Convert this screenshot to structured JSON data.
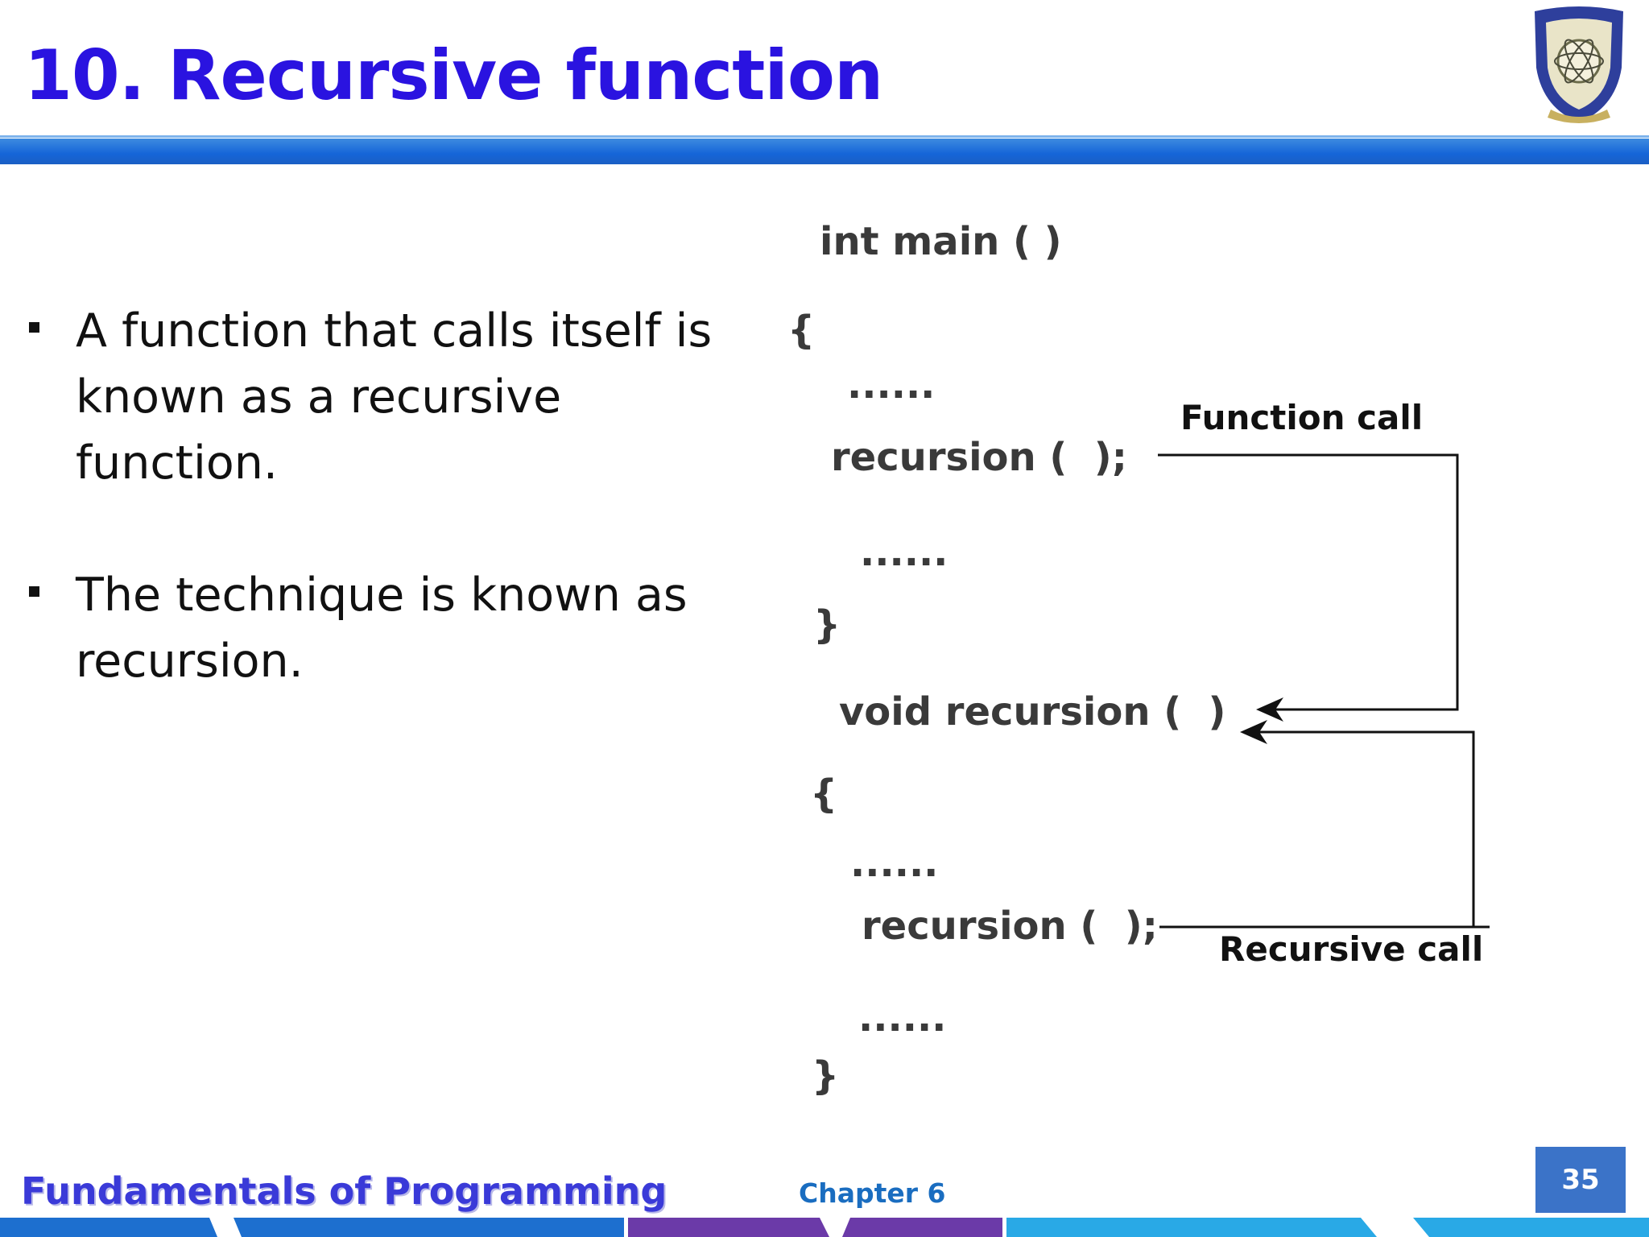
{
  "slide": {
    "title": "10. Recursive function",
    "bullets": [
      "A function that calls itself is known as a recursive function.",
      "The technique is known as recursion."
    ]
  },
  "diagram": {
    "code_lines": [
      "int main ( )",
      "{",
      "......",
      "recursion (  );",
      "......",
      "}",
      "void recursion (  )",
      "{",
      "......",
      "recursion (  );",
      "......",
      "}"
    ],
    "function_call_label": "Function call",
    "recursive_call_label": "Recursive call"
  },
  "footer": {
    "course_title": "Fundamentals of Programming",
    "chapter": "Chapter 6",
    "page_number": "35"
  },
  "colors": {
    "title": "#2a13e0",
    "accent_bar": "#1565d8",
    "page_badge": "#3b73c8"
  }
}
